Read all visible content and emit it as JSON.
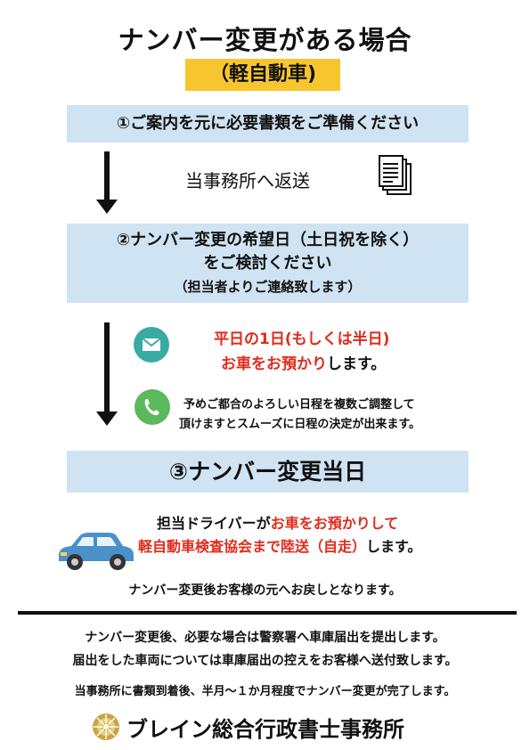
{
  "header": {
    "title": "ナンバー変更がある場合",
    "subtitle": "（軽自動車)"
  },
  "step1": {
    "label": "①ご案内を元に必要書類をご準備ください",
    "side_text": "当事務所へ返送",
    "icon": "documents-icon"
  },
  "step2": {
    "line1": "②ナンバー変更の希望日（土日祝を除く）",
    "line2": "をご検討ください",
    "line3": "（担当者よりご連絡致します）",
    "mail_icon": "mail-icon",
    "mail_line1": "平日の1日(もしくは半日)",
    "mail_line2_red": "お車をお預かり",
    "mail_line2_rest": "します。",
    "phone_icon": "phone-icon",
    "phone_line1": "予めご都合のよろしい日程を複数ご調整して",
    "phone_line2": "頂けますとスムーズに日程の決定が出来ます。"
  },
  "step3": {
    "label": "③ナンバー変更当日",
    "car_icon": "car-icon",
    "line1_black": "担当ドライバーが",
    "line1_red": "お車をお預かりして",
    "line2_red": "軽自動車検査協会まで陸送（自走）",
    "line2_black": "します。",
    "return_text": "ナンバー変更後お客様の元へお戻しとなります。"
  },
  "footer": {
    "note1": "ナンバー変更後、必要な場合は警察署へ車庫届出を提出します。",
    "note2": "届出をした車両については車庫届出の控えをお客様へ送付致します。",
    "note3": "当事務所に書類到着後、半月〜１か月程度でナンバー変更が完了します。",
    "office_name": "ブレイン総合行政書士事務所",
    "emblem_icon": "gyoseishoshi-emblem-icon"
  },
  "colors": {
    "highlight_yellow": "#f7c62f",
    "step_blue": "#cfe3f2",
    "red_text": "#e02b1c",
    "mail_teal": "#3aaaa5",
    "phone_green": "#5cb85c",
    "car_blue": "#4a90c9"
  }
}
